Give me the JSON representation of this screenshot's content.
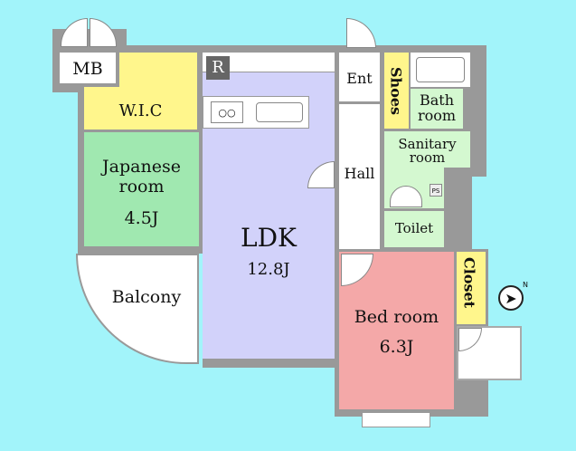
{
  "rooms": {
    "mb": "MB",
    "wic": "W.I.C",
    "r": "R",
    "japanese": {
      "name1": "Japanese",
      "name2": "room",
      "size": "4.5J"
    },
    "ldk": {
      "name": "LDK",
      "size": "12.8J"
    },
    "balcony": "Balcony",
    "ent": "Ent",
    "shoes": "Shoes",
    "bath": {
      "name1": "Bath",
      "name2": "room"
    },
    "sanitary": {
      "name1": "Sanitary",
      "name2": "room"
    },
    "ps": "PS",
    "hall": "Hall",
    "toilet": "Toilet",
    "bedroom": {
      "name": "Bed room",
      "size": "6.3J"
    },
    "closet": "Closet"
  },
  "compass": {
    "label": "N"
  },
  "colors": {
    "background": "#a2f4fa",
    "wall": "#999999",
    "ldk": "#d2d2fa",
    "japanese": "#a0e8b0",
    "wic": "#fff68c",
    "bedroom": "#f4a8a8",
    "wet": "#d4f8d0"
  }
}
